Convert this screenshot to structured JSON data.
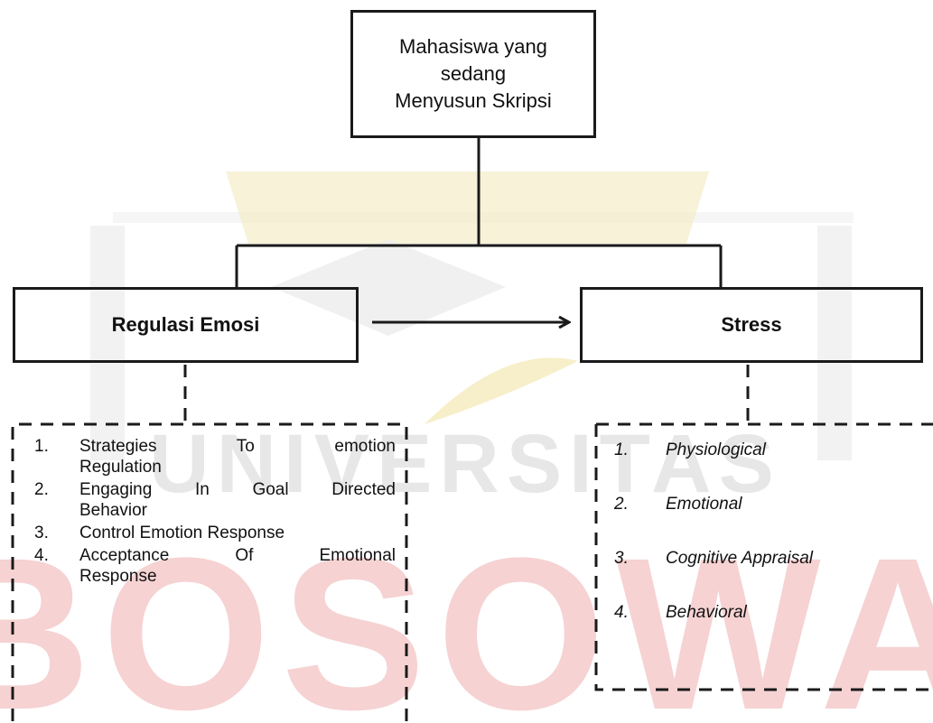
{
  "watermark": {
    "word_small": "UNIVERSITAS",
    "word_large": "BOSOWA",
    "colors": {
      "gold": "#f2e6b4",
      "red": "#f5caca",
      "gray": "#d9d9d9"
    }
  },
  "top_box": {
    "label": "Mahasiswa yang\nsedang\nMenyusun Skripsi"
  },
  "left_box": {
    "label": "Regulasi Emosi"
  },
  "right_box": {
    "label": "Stress"
  },
  "left_list": [
    {
      "num": "1.",
      "text": "Strategies To emotion",
      "cont": "Regulation"
    },
    {
      "num": "2.",
      "text": "Engaging In Goal Directed",
      "cont": "Behavior"
    },
    {
      "num": "3.",
      "text": "Control Emotion Response",
      "cont": ""
    },
    {
      "num": "4.",
      "text": "Acceptance Of Emotional",
      "cont": "Response"
    }
  ],
  "right_list": [
    {
      "num": "1.",
      "text": "Physiological"
    },
    {
      "num": "2.",
      "text": "Emotional"
    },
    {
      "num": "3.",
      "text": "Cognitive Appraisal"
    },
    {
      "num": "4.",
      "text": "Behavioral"
    }
  ]
}
